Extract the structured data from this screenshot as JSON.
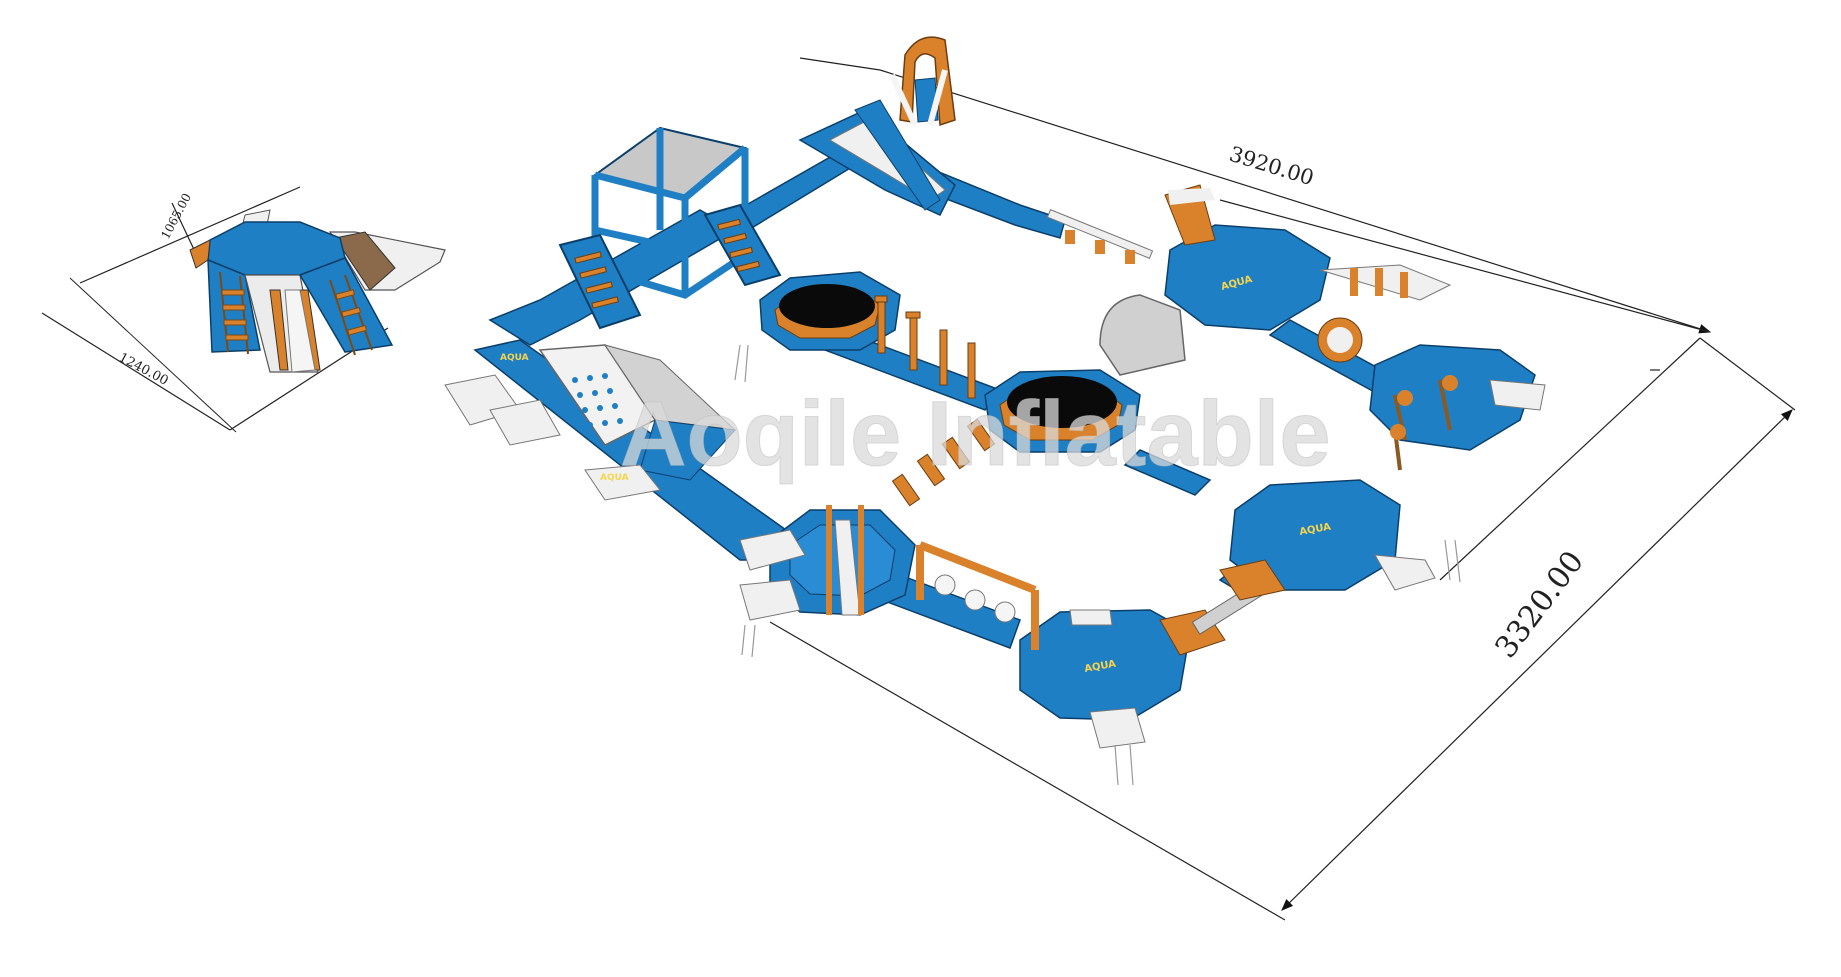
{
  "dimensions": {
    "small_width": "1240.00",
    "small_height": "1065.00",
    "park_length": "3920.00",
    "park_width": "3320.00"
  },
  "watermark": "Aoqile Inflatable",
  "colors": {
    "blue": "#1f7fc4",
    "blue_dark": "#0f5b96",
    "orange": "#d9822b",
    "white": "#f2f2f2",
    "grey": "#bcbcbc",
    "black": "#0a0a0a"
  }
}
